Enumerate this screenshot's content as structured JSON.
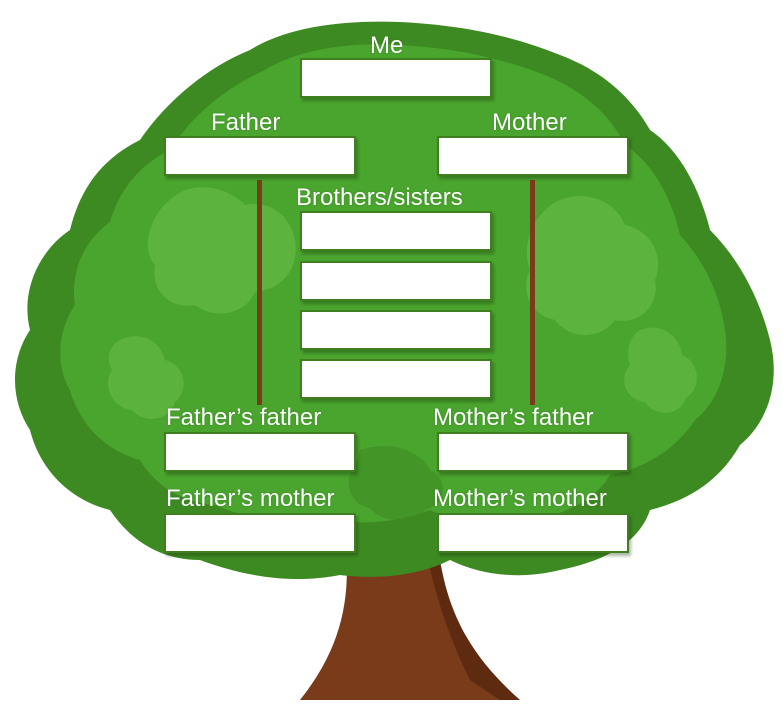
{
  "labels": {
    "me": "Me",
    "father": "Father",
    "mother": "Mother",
    "siblings": "Brothers/sisters",
    "fathers_father": "Father’s father",
    "mothers_father": "Mother’s father",
    "fathers_mother": "Father’s mother",
    "mothers_mother": "Mother’s mother"
  },
  "colors": {
    "foliage_dark": "#3e8a22",
    "foliage": "#4aa52e",
    "foliage_light": "#6cc04a",
    "trunk": "#7a3b1a",
    "trunk_dark": "#5e2a10",
    "box_border": "#3f7f1f",
    "text": "#ffffff"
  },
  "boxes": {
    "me": "",
    "father": "",
    "mother": "",
    "siblings": [
      "",
      "",
      "",
      ""
    ],
    "fathers_father": "",
    "mothers_father": "",
    "fathers_mother": "",
    "mothers_mother": ""
  }
}
